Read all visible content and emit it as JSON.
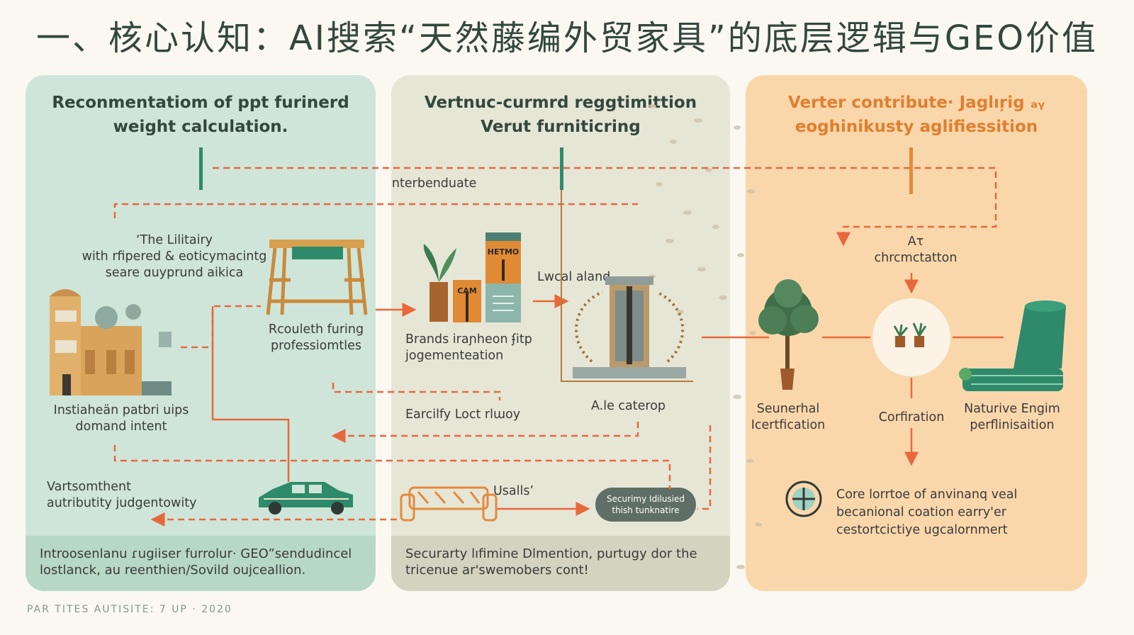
{
  "title": "一、核心认知：AI搜索“天然藤编外贸家具”的底层逻辑与GEO价值",
  "panel1": {
    "title_line1": "Reconmentatiom of ppt furinerd",
    "title_line2": "weight calculation.",
    "quote": "‘The Lilitairy\nwith rfipered & eoticymacintg\nseare ɑuyprund aikica",
    "furniture_label": "Rcouleth furing\nprofessiomtles",
    "building_label": "Instiaheän patbri uips\ndomand intent",
    "bottom_label": "Vartsomthent\nautributity judgentowity",
    "footer": "Introosenlanu ɾugiiser furrolur· GEO”sendudincel\nlostlanck, au reenthien/Sovild oujceallion."
  },
  "panel2": {
    "title_line1": "Vertnuc-curmrd reggtimittion",
    "title_line2": "Verut furniticring",
    "flow_label": "Conterbenduate",
    "book_a": "HETMO",
    "book_b": "CAM",
    "brands_label": "Brands iraɲheon ʄitp\njogementeation",
    "arrow_label": "Lᴡcal aland",
    "tower_label": "A.le caterop",
    "loop_label": "Earcilfy Loct rlɯoy",
    "sofa_label": "Usalls’",
    "badge": "Securimy Idilusied\nthish tunknatire",
    "footer": "Securarty lıfimine Dlmention, purtugy dor the\ntricenue ar'swemobers cont!"
  },
  "panel3": {
    "title_line1": "Verter contribute· Jaglıŗig ₐᵧ",
    "title_line2": "eoghinikusty aglifiessition",
    "ai_label": "Aτ\nchrcmctatton",
    "tree_label": "Seunerhal\nIcertfication",
    "center_label": "Corfiration",
    "right_label": "Naturive Engim\nperflinisaition",
    "core_text": "Core lorrtoe of anvinanq veal\nbecanional coation earry'er\ncestortcictiye ugcalornmert"
  },
  "credit": "PAR TITES AUTISITE: 7 UP · 2020",
  "colors": {
    "panel1": "#cfe5d9",
    "panel2": "#e6e6d6",
    "panel3": "#fad7ab",
    "accent_orange": "#e8683c",
    "accent_green": "#2e8a6a",
    "title_dark": "#33473d"
  }
}
